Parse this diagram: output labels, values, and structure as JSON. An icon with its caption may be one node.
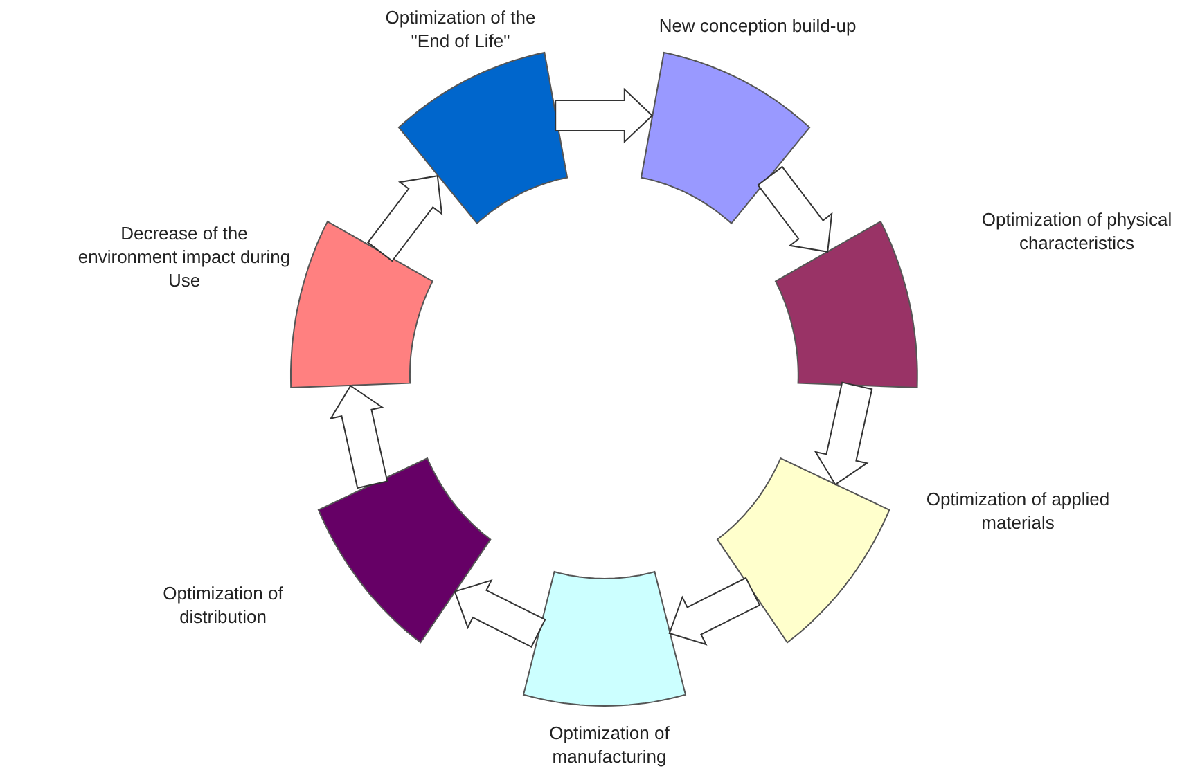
{
  "diagram": {
    "nodes": [
      {
        "text": [],
        "shape": "arc",
        "beside": [
          "Optimization of the \"End of Life\""
        ]
      },
      {
        "text": [],
        "shape": "arc",
        "beside": [
          "New conception build-up"
        ]
      },
      {
        "text": [],
        "shape": "arc",
        "beside": [
          "Optimization of physical characteristics"
        ]
      },
      {
        "text": [],
        "shape": "arc",
        "beside": [
          "Optimization of applied materials"
        ]
      },
      {
        "text": [],
        "shape": "arc",
        "beside": [
          "Optimization of manufacturing"
        ]
      },
      {
        "text": [],
        "shape": "arc",
        "beside": [
          "Optimization of distribution"
        ]
      },
      {
        "text": [],
        "shape": "arc",
        "beside": [
          "Decrease of the environment impact during Use"
        ]
      }
    ],
    "edges": [
      {
        "from": 0,
        "to": 1,
        "arrow": "to"
      },
      {
        "from": 1,
        "to": 2,
        "arrow": "to"
      },
      {
        "from": 2,
        "to": 3,
        "arrow": "to"
      },
      {
        "from": 3,
        "to": 4,
        "arrow": "to"
      },
      {
        "from": 4,
        "to": 5,
        "arrow": "to"
      },
      {
        "from": 5,
        "to": 6,
        "arrow": "to"
      },
      {
        "from": 6,
        "to": 0,
        "arrow": "to"
      }
    ]
  }
}
